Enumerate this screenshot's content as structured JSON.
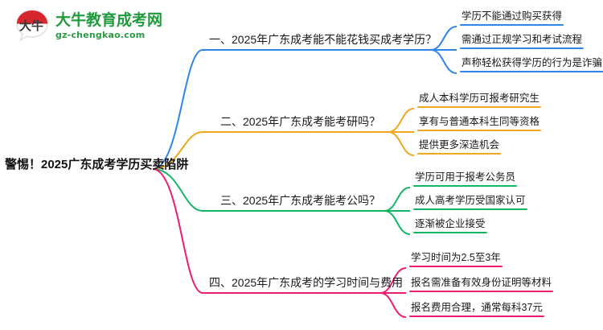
{
  "logo": {
    "mark_text": "大牛",
    "title": "大牛教育成考网",
    "subtitle": "gz-chengkao.com",
    "brand_green": "#1f9b3d",
    "brand_red": "#d8262c"
  },
  "mindmap": {
    "root": {
      "label": "警惕！2025广东成考学历买卖陷阱"
    },
    "branches": [
      {
        "label": "一、2025年广东成考能不能花钱买成考学历？",
        "color": "#2f86e8",
        "leaves": [
          {
            "label": "学历不能通过购买获得"
          },
          {
            "label": "需通过正规学习和考试流程"
          },
          {
            "label": "声称轻松获得学历的行为是诈骗"
          }
        ]
      },
      {
        "label": "二、2025年广东成考能考研吗？",
        "color": "#f0a81e",
        "leaves": [
          {
            "label": "成人本科学历可报考研究生"
          },
          {
            "label": "享有与普通本科生同等资格"
          },
          {
            "label": "提供更多深造机会"
          }
        ]
      },
      {
        "label": "三、2025年广东成考能考公吗？",
        "color": "#12b564",
        "leaves": [
          {
            "label": "学历可用于报考公务员"
          },
          {
            "label": "成人高考学历受国家认可"
          },
          {
            "label": "逐渐被企业接受"
          }
        ]
      },
      {
        "label": "四、2025年广东成考的学习时间与费用",
        "color": "#ec1d72",
        "leaves": [
          {
            "label": "学习时间为2.5至3年"
          },
          {
            "label": "报名需准备有效身份证明等材料"
          },
          {
            "label": "报名费用合理，通常每科37元"
          }
        ]
      }
    ]
  }
}
